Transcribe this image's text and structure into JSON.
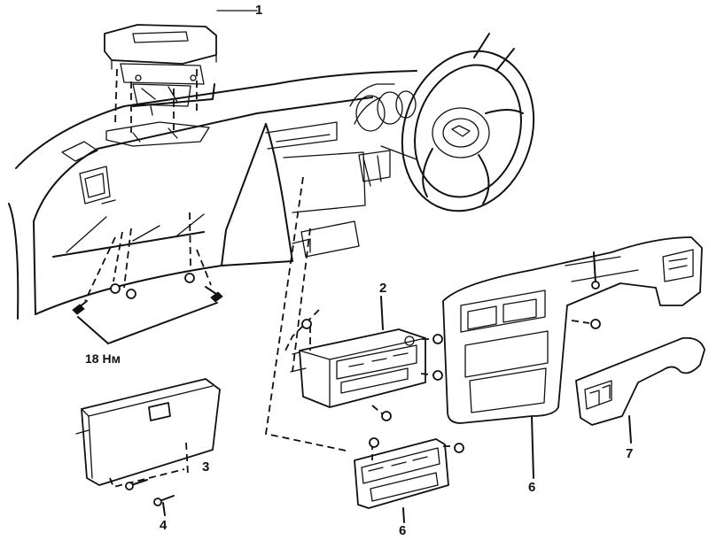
{
  "callouts": {
    "c1": "1",
    "c2": "2",
    "c3": "3",
    "c4": "4",
    "c6a": "6",
    "c6b": "6",
    "c7": "7"
  },
  "torque_label": "18 Нм"
}
